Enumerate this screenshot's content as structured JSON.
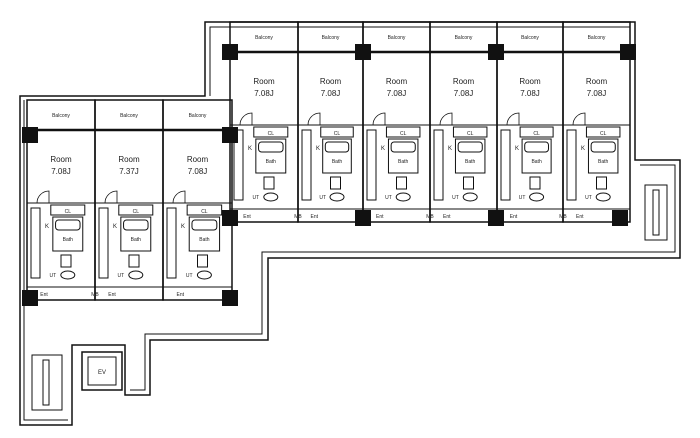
{
  "labels": {
    "balcony": "Balcony",
    "room": "Room",
    "closet": "CL",
    "bath": "Bath",
    "kitchen": "K",
    "utility": "UT",
    "entrance": "Ent",
    "meter_box": "MB",
    "elevator": "EV"
  },
  "upper_wing_units": [
    {
      "area": "7.08J"
    },
    {
      "area": "7.08J"
    },
    {
      "area": "7.08J"
    },
    {
      "area": "7.08J"
    },
    {
      "area": "7.08J"
    },
    {
      "area": "7.08J"
    }
  ],
  "left_wing_units": [
    {
      "area": "7.08J"
    },
    {
      "area": "7.37J"
    },
    {
      "area": "7.08J"
    }
  ]
}
